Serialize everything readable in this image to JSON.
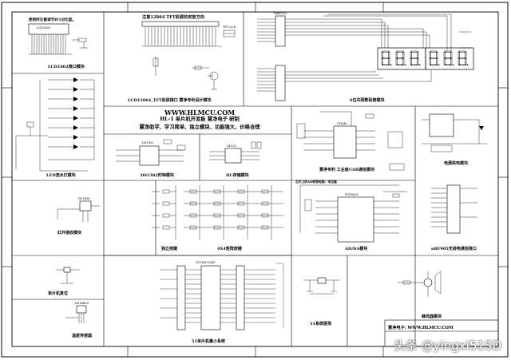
{
  "modules": {
    "lcd1602_note": "使用时注意调节W1对比度。",
    "lcd1602": "LCD1602接口模块",
    "tft_note": "注意12864 TFT彩屏的安放方向",
    "lcd12864": "LCD12864_TFT彩屏接口  慧净专利设计模块",
    "seg6": "6位共阴数码管模块",
    "led": "LED流水灯模块",
    "ds1302": "DS1302时钟模块",
    "iic": "IIC存储模块",
    "usb": "慧净专利  工业级USB通信模块",
    "power": "电源供电模块",
    "ir": "红外接收模块",
    "keys": "独立按键",
    "matrix": "4X4矩阵按键",
    "adda": "AD/DA模块",
    "nrf": "nRF905无线电通信接口",
    "reset": "单片机复位",
    "mcu": "51单片机最小系统",
    "crystal": "51系统振荡",
    "temp": "温度传感器",
    "buzzer": "蜂鸣器模块",
    "pcf_note": "芯片上的AD转换电路：电位器"
  },
  "banner": {
    "url": "WWW.HLMCU.COM",
    "line2": "HL-1 单片机开发板 慧净电子 研制",
    "line3": "慧净助学、学习简单、独立模块、功能强大、价格合理"
  },
  "footer": {
    "company": "慧净电子: WWW.HLMCU.COM"
  },
  "watermark": "头条 @yingxi51SD",
  "chip_labels": {
    "lcd_header": "LCD1602",
    "tft_header": "TFT LCD",
    "seg_driver": "74HC573",
    "ds1302_chip": "DS1302",
    "usb_chip": "CH340",
    "mcu_chip": "STC89C52RC",
    "pcf_chip": "PCF8591",
    "ir_chip": "IR-1838",
    "temp_chip": "DS18B20",
    "eeprom": "24C02"
  },
  "digits": [
    "8",
    "8",
    "8",
    "8",
    "8",
    "8"
  ]
}
